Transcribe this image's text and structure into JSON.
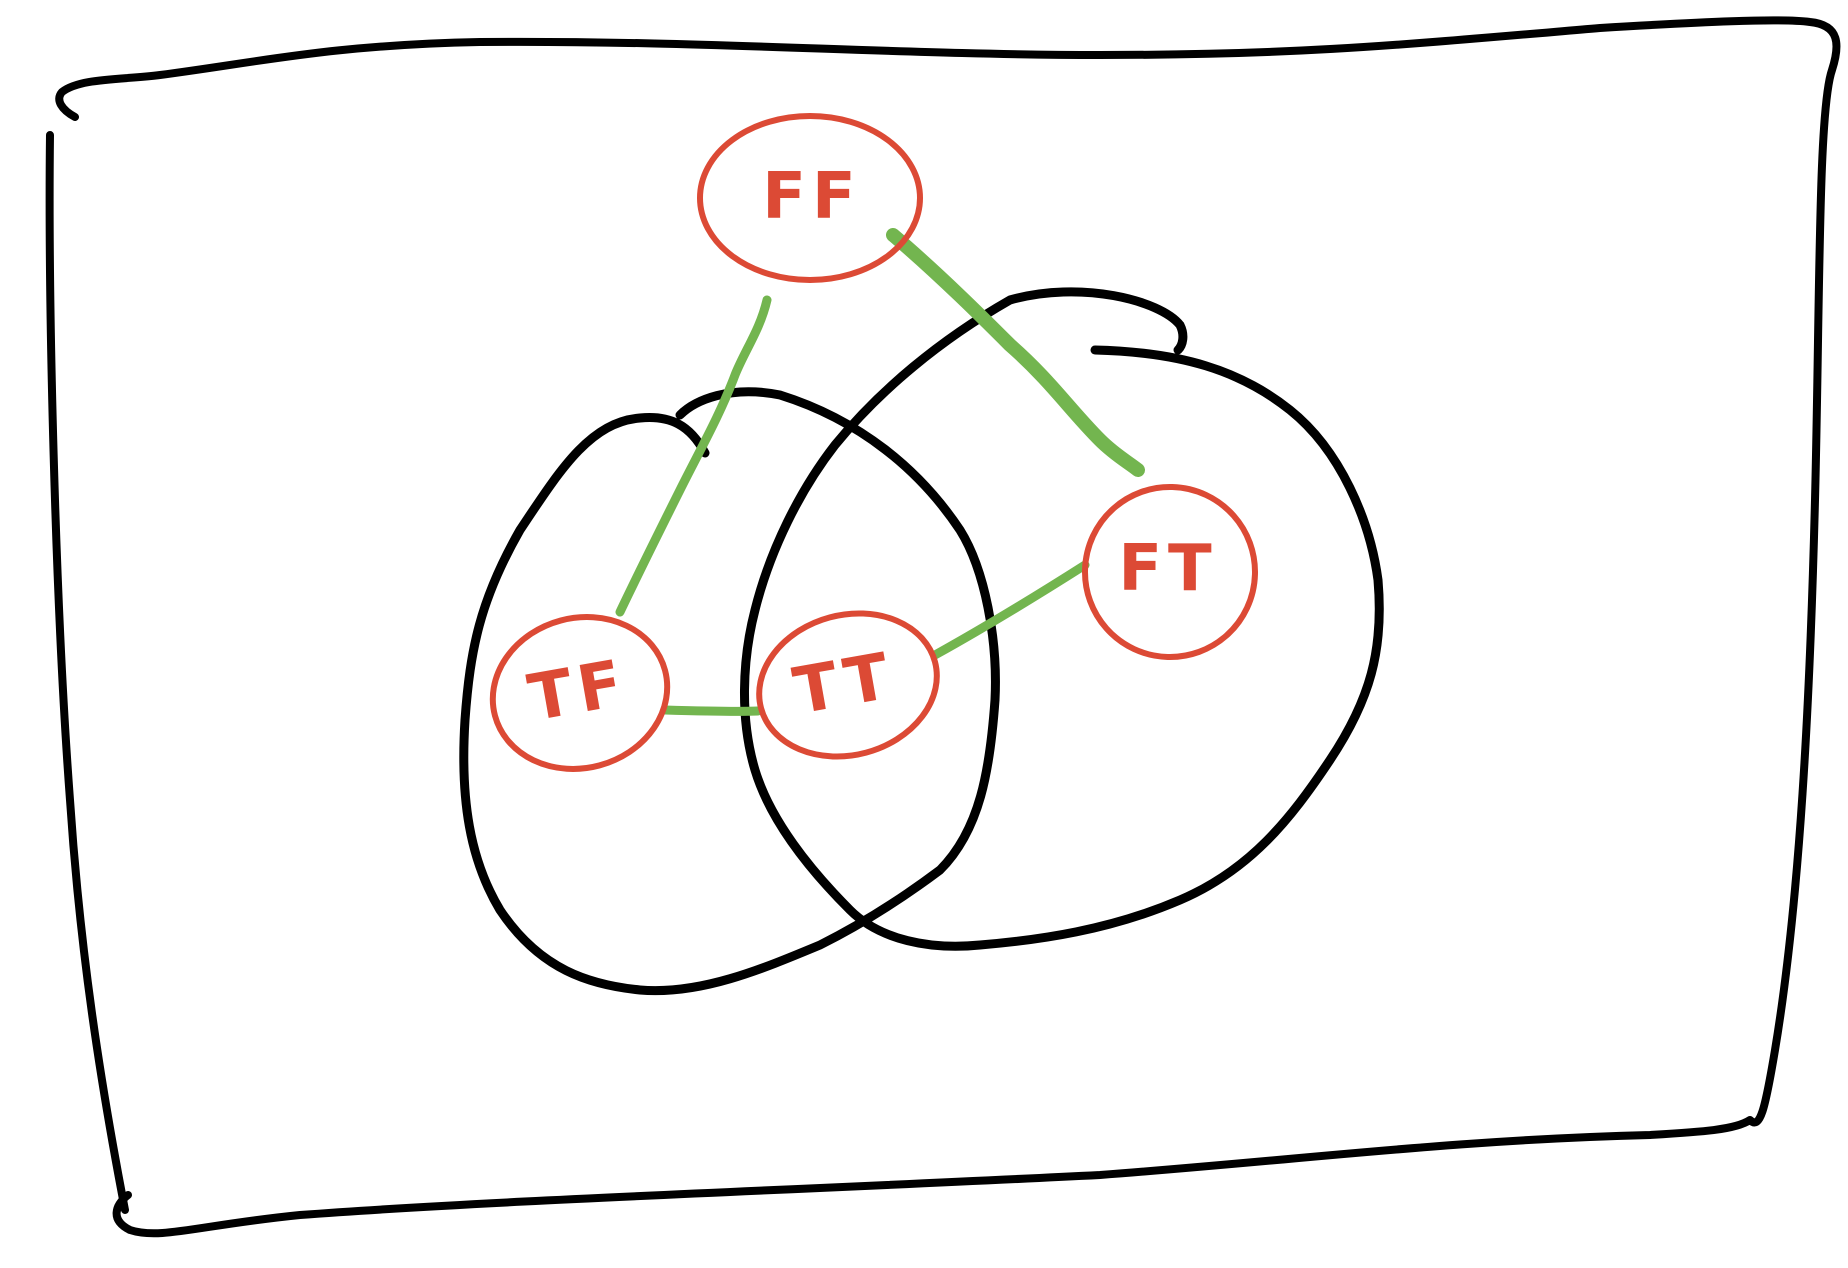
{
  "colors": {
    "ink": "#000000",
    "node": "#dc4a35",
    "edge": "#73b54f",
    "background": "#ffffff"
  },
  "nodes": {
    "ff": {
      "label": "FF"
    },
    "tf": {
      "label": "TF"
    },
    "tt": {
      "label": "TT"
    },
    "ft": {
      "label": "FT"
    }
  }
}
